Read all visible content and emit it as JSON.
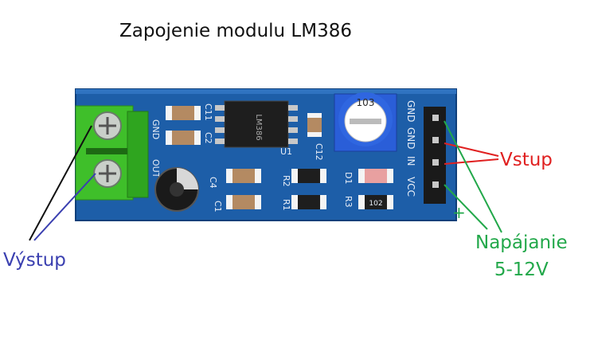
{
  "title": "Zapojenie modulu LM386",
  "labels": {
    "output": "Výstup",
    "input": "Vstup",
    "power_line1": "Napájanie",
    "power_line2": "5-12V",
    "plus": "+"
  },
  "board": {
    "chip_text": "LM386",
    "pot_text": "103",
    "pins": [
      "GND",
      "GND",
      "IN",
      "VCC"
    ],
    "terminal_labels": [
      "OUT",
      "GND"
    ],
    "components": [
      "C11",
      "C2",
      "U1",
      "C12",
      "C4",
      "R2",
      "R1",
      "D1",
      "R3",
      "C1"
    ],
    "resistor_code": "102"
  },
  "colors": {
    "pcb": "#1d5ea8",
    "terminal": "#3fbf2a",
    "output_wire": "#3a3fb0",
    "input_wire": "#e02020",
    "power_wire": "#22a84a"
  }
}
